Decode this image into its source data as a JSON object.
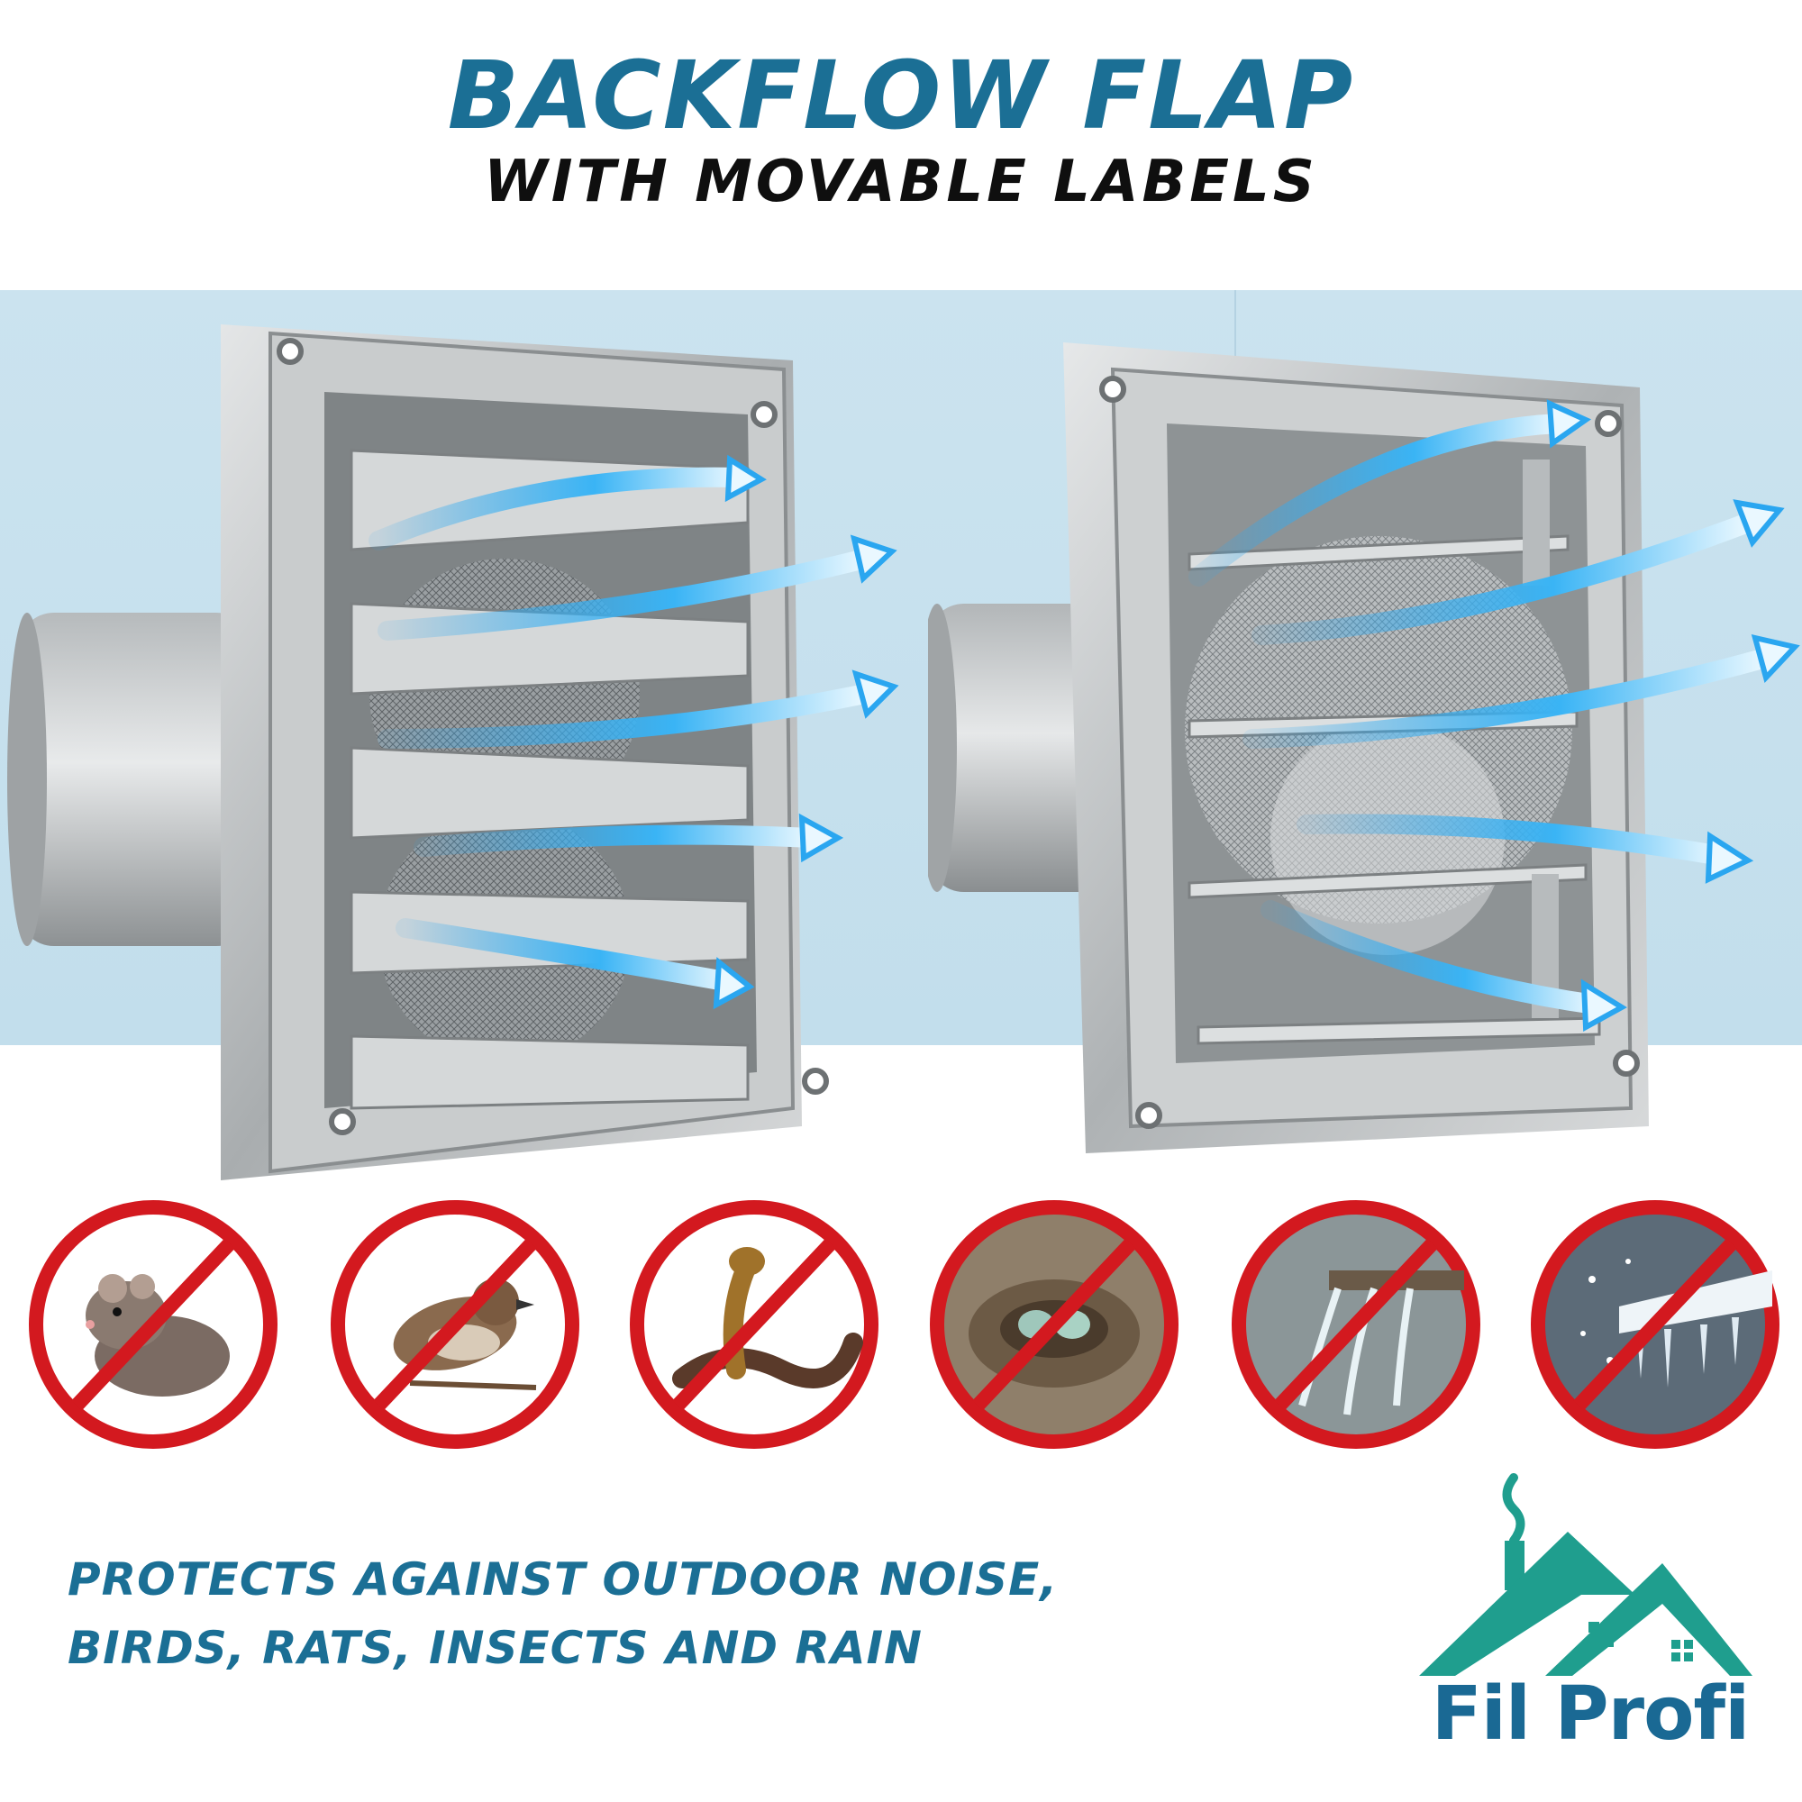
{
  "header": {
    "title": "BACKFLOW FLAP",
    "subtitle": "WITH MOVABLE LABELS"
  },
  "products": [
    {
      "name": "vent-louvered-closed"
    },
    {
      "name": "vent-louvered-open"
    }
  ],
  "prohibited_icons": [
    {
      "name": "rat-icon"
    },
    {
      "name": "bird-icon"
    },
    {
      "name": "snake-icon"
    },
    {
      "name": "nest-icon"
    },
    {
      "name": "rain-icon"
    },
    {
      "name": "snow-icon"
    }
  ],
  "footer": {
    "line1": "PROTECTS AGAINST OUTDOOR NOISE,",
    "line2": "BIRDS, RATS, INSECTS AND RAIN"
  },
  "brand": {
    "name": "Fil Profi"
  },
  "colors": {
    "title_blue": "#1b6f95",
    "prohibit_red": "#d3191f",
    "logo_teal": "#1f9e8e",
    "background_band": "#c7e0ee"
  }
}
